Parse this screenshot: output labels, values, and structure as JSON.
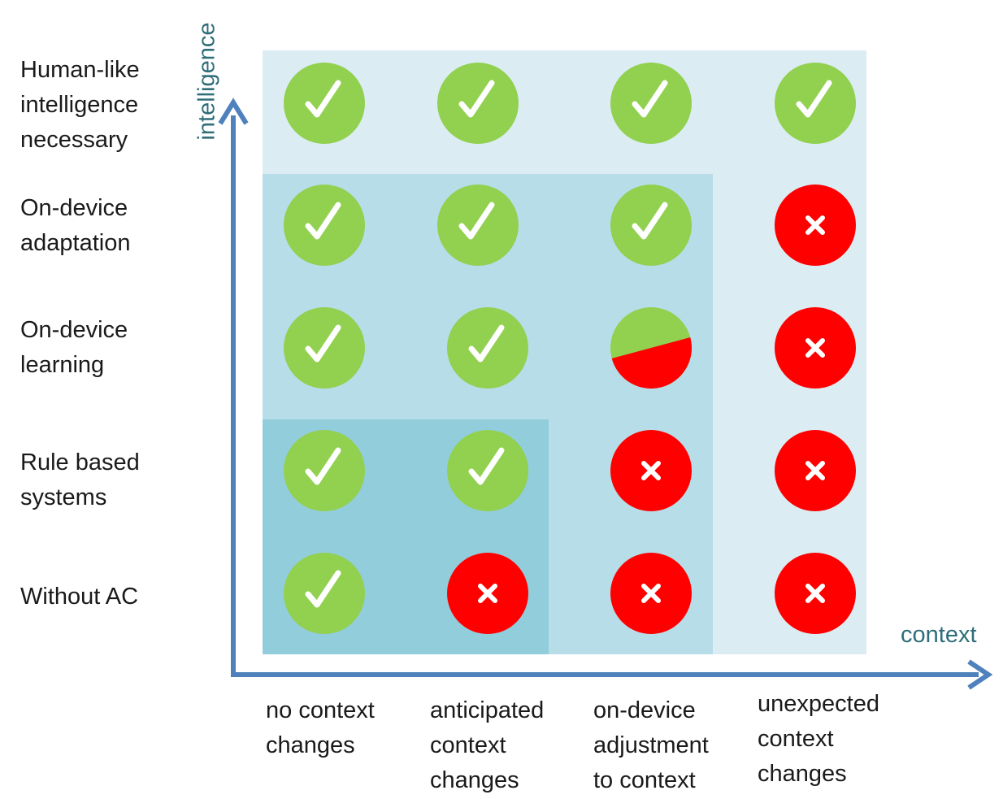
{
  "axes": {
    "y_title": "intelligence",
    "x_title": "context"
  },
  "rows": [
    "Human-like\nintelligence\nnecessary",
    "On-device\nadaptation",
    "On-device\nlearning",
    "Rule based\nsystems",
    "Without AC"
  ],
  "columns": [
    "no context\nchanges",
    "anticipated\ncontext\nchanges",
    "on-device\nadjustment\nto context",
    "unexpected\ncontext\nchanges"
  ],
  "matrix": [
    [
      "yes",
      "yes",
      "yes",
      "yes"
    ],
    [
      "yes",
      "yes",
      "yes",
      "no"
    ],
    [
      "yes",
      "yes",
      "partial",
      "no"
    ],
    [
      "yes",
      "yes",
      "no",
      "no"
    ],
    [
      "yes",
      "no",
      "no",
      "no"
    ]
  ],
  "colors": {
    "yes": "#92d050",
    "no": "#ff0000",
    "region_outer": "#dbedf3",
    "region_middle": "#b7dde8",
    "region_inner": "#92cddc",
    "axis": "#4f81bd",
    "axis_title": "#2f6d79"
  },
  "icons": {
    "yes": "check-icon",
    "no": "cross-icon",
    "partial": "half-check-half-cross-icon"
  }
}
